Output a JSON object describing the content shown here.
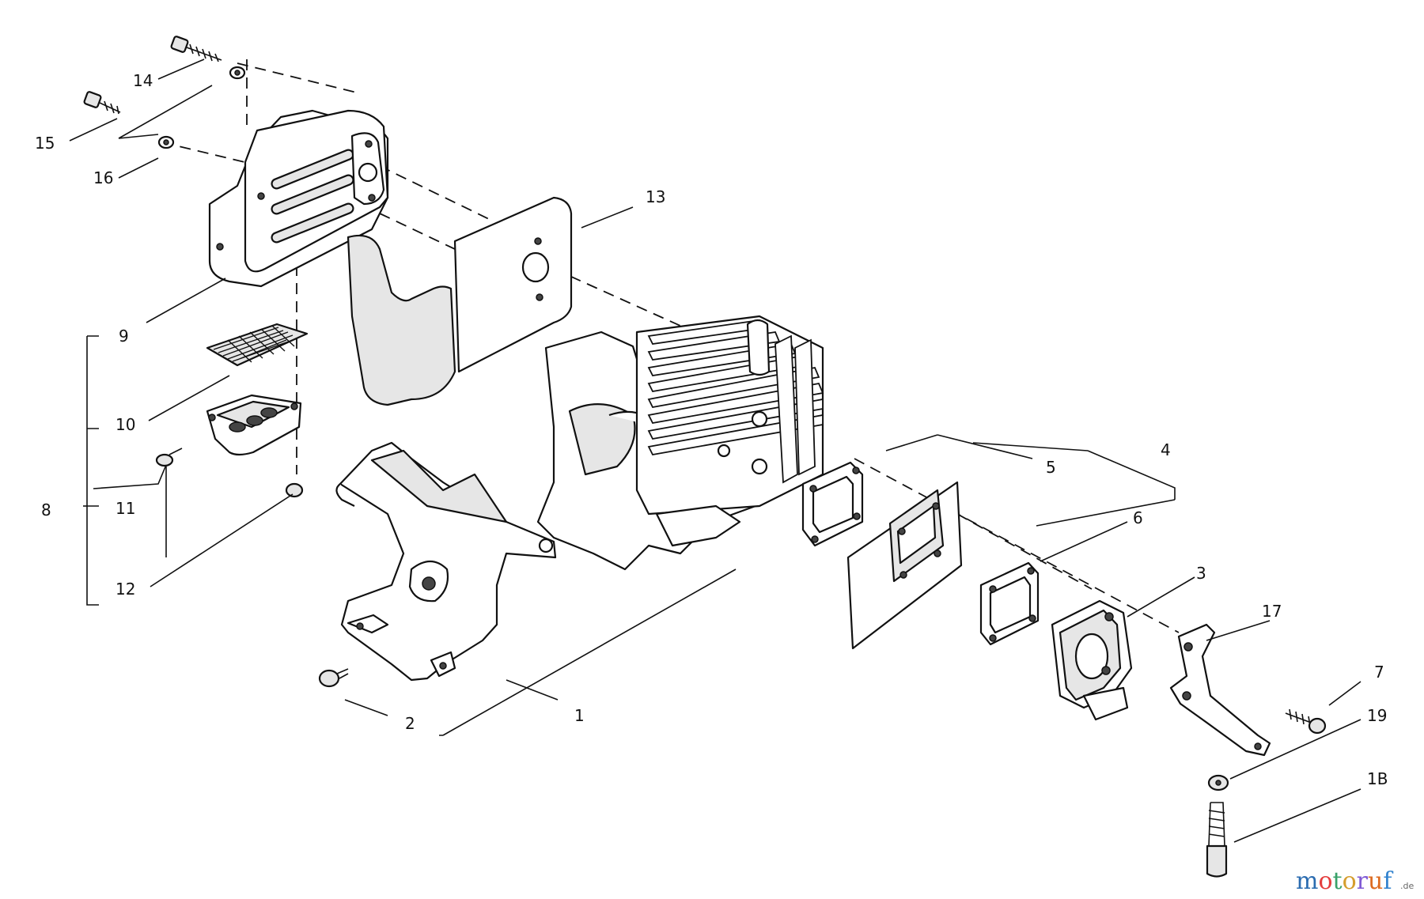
{
  "callouts": [
    {
      "id": "c1",
      "text": "1"
    },
    {
      "id": "c2",
      "text": "2"
    },
    {
      "id": "c3",
      "text": "3"
    },
    {
      "id": "c4",
      "text": "4"
    },
    {
      "id": "c5",
      "text": "5"
    },
    {
      "id": "c6",
      "text": "6"
    },
    {
      "id": "c7",
      "text": "7"
    },
    {
      "id": "c8",
      "text": "8"
    },
    {
      "id": "c9",
      "text": "9"
    },
    {
      "id": "c10",
      "text": "10"
    },
    {
      "id": "c11",
      "text": "11"
    },
    {
      "id": "c12",
      "text": "12"
    },
    {
      "id": "c13",
      "text": "13"
    },
    {
      "id": "c14",
      "text": "14"
    },
    {
      "id": "c15",
      "text": "15"
    },
    {
      "id": "c16",
      "text": "16"
    },
    {
      "id": "c17",
      "text": "17"
    },
    {
      "id": "c18",
      "text": "1B"
    },
    {
      "id": "c19",
      "text": "19"
    }
  ],
  "watermark": {
    "letters": [
      "m",
      "o",
      "t",
      "o",
      "r",
      "u",
      "f"
    ],
    "suffix": ".de",
    "colors": [
      "#2b6cb0",
      "#e53e3e",
      "#38a169",
      "#d69e2e",
      "#805ad5",
      "#dd6b20",
      "#3182ce"
    ]
  }
}
